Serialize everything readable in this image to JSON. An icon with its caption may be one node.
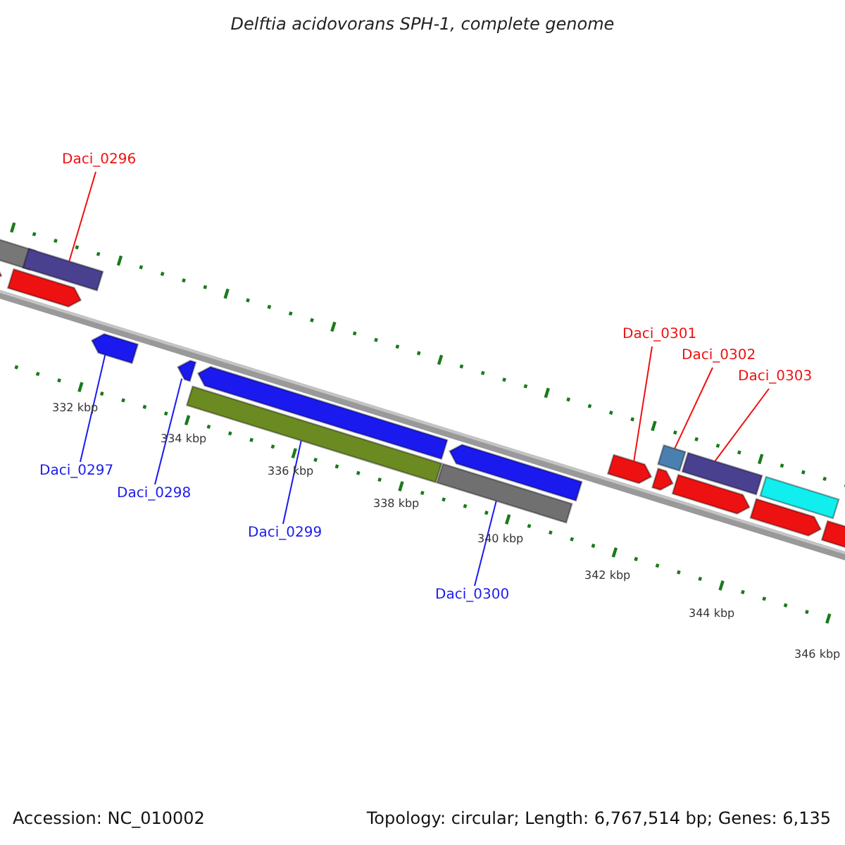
{
  "diagram": {
    "title": "Delftia acidovorans SPH-1, complete genome",
    "nodes": [
      {
        "text": [
          "Daci_0296"
        ]
      },
      {
        "text": [],
        "shape": "bar"
      },
      {
        "text": [
          "Daci_0297"
        ]
      },
      {
        "text": [],
        "shape": "bar"
      },
      {
        "text": [
          "Daci_0298"
        ]
      },
      {
        "text": [],
        "shape": "bar"
      },
      {
        "text": [
          "Daci_0299"
        ]
      },
      {
        "text": [],
        "shape": "bar"
      },
      {
        "text": [
          "Daci_0300"
        ]
      },
      {
        "text": [],
        "shape": "bar"
      },
      {
        "text": [
          "Daci_0301"
        ]
      },
      {
        "text": [],
        "shape": "bar"
      },
      {
        "text": [
          "Daci_0302"
        ]
      },
      {
        "text": [],
        "shape": "bar"
      },
      {
        "text": [
          "Daci_0303"
        ]
      },
      {
        "text": [],
        "shape": "bar"
      },
      {
        "text": [],
        "shape": "bar"
      },
      {
        "text": [],
        "shape": "bar"
      },
      {
        "text": [],
        "shape": "bar"
      },
      {
        "text": [],
        "shape": "bar"
      },
      {
        "text": [],
        "shape": "bar"
      },
      {
        "text": [],
        "shape": "bar"
      },
      {
        "text": [],
        "shape": "bar"
      },
      {
        "text": [],
        "shape": "bar"
      },
      {
        "text": [],
        "shape": "bar"
      },
      {
        "text": [],
        "shape": "bar"
      }
    ],
    "edges": [
      {
        "from": 0,
        "to": 1,
        "arrow": "none"
      },
      {
        "from": 2,
        "to": 3,
        "arrow": "none",
        "color": "#1a1aee"
      },
      {
        "from": 4,
        "to": 5,
        "arrow": "none",
        "color": "#1a1aee"
      },
      {
        "from": 6,
        "to": 7,
        "arrow": "none",
        "color": "#1a1aee"
      },
      {
        "from": 8,
        "to": 9,
        "arrow": "none",
        "color": "#1a1aee"
      },
      {
        "from": 10,
        "to": 11,
        "arrow": "none"
      },
      {
        "from": 12,
        "to": 13,
        "arrow": "none"
      },
      {
        "from": 14,
        "to": 15,
        "arrow": "none"
      }
    ],
    "labels": [
      "332 kbp",
      "334 kbp",
      "336 kbp",
      "338 kbp",
      "340 kbp",
      "342 kbp",
      "344 kbp",
      "346 kbp",
      "Accession: NC_010002",
      "Topology: circular; Length: 6,767,514 bp; Genes: 6,135"
    ]
  }
}
